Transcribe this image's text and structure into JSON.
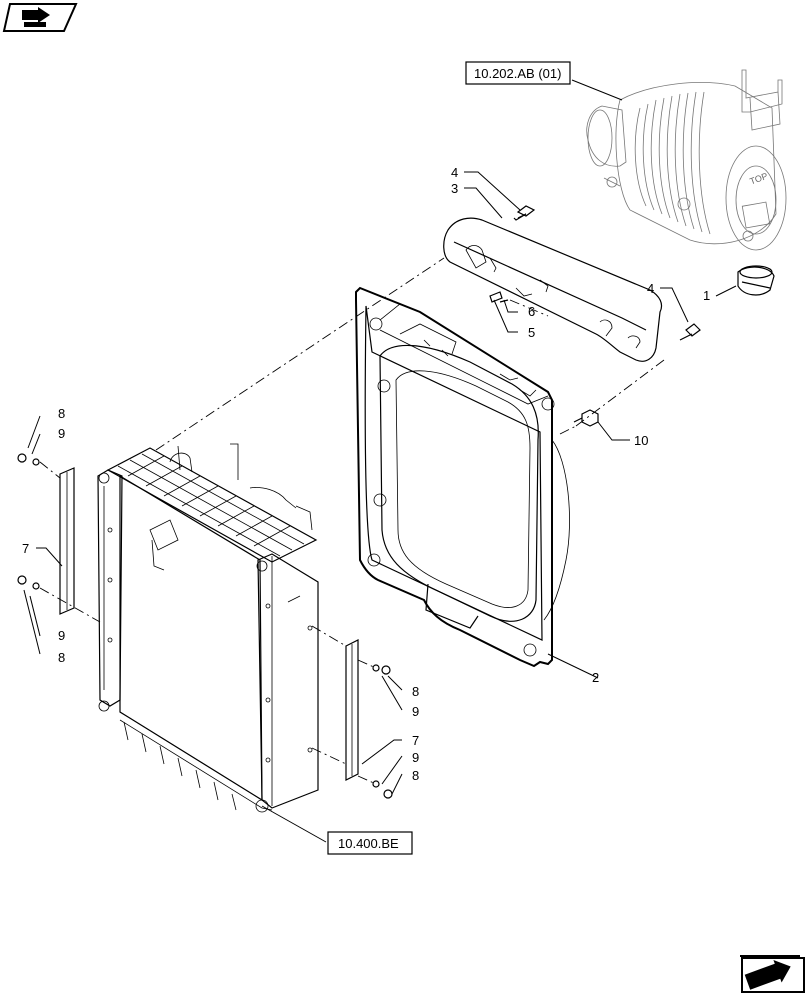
{
  "references": {
    "air_cleaner": "10.202.AB (01)",
    "radiator": "10.400.BE"
  },
  "air_cleaner_label": "TOP",
  "callouts": {
    "c1": "1",
    "c2": "2",
    "c3": "3",
    "c4a": "4",
    "c4b": "4",
    "c5": "5",
    "c6": "6",
    "c7a": "7",
    "c7b": "7",
    "c8a": "8",
    "c8b": "8",
    "c8c": "8",
    "c8d": "8",
    "c9a": "9",
    "c9b": "9",
    "c9c": "9",
    "c9d": "9",
    "c10": "10"
  },
  "icons": {
    "top_left": "book-arrow-icon",
    "bottom_right": "next-page-arrow-icon"
  }
}
